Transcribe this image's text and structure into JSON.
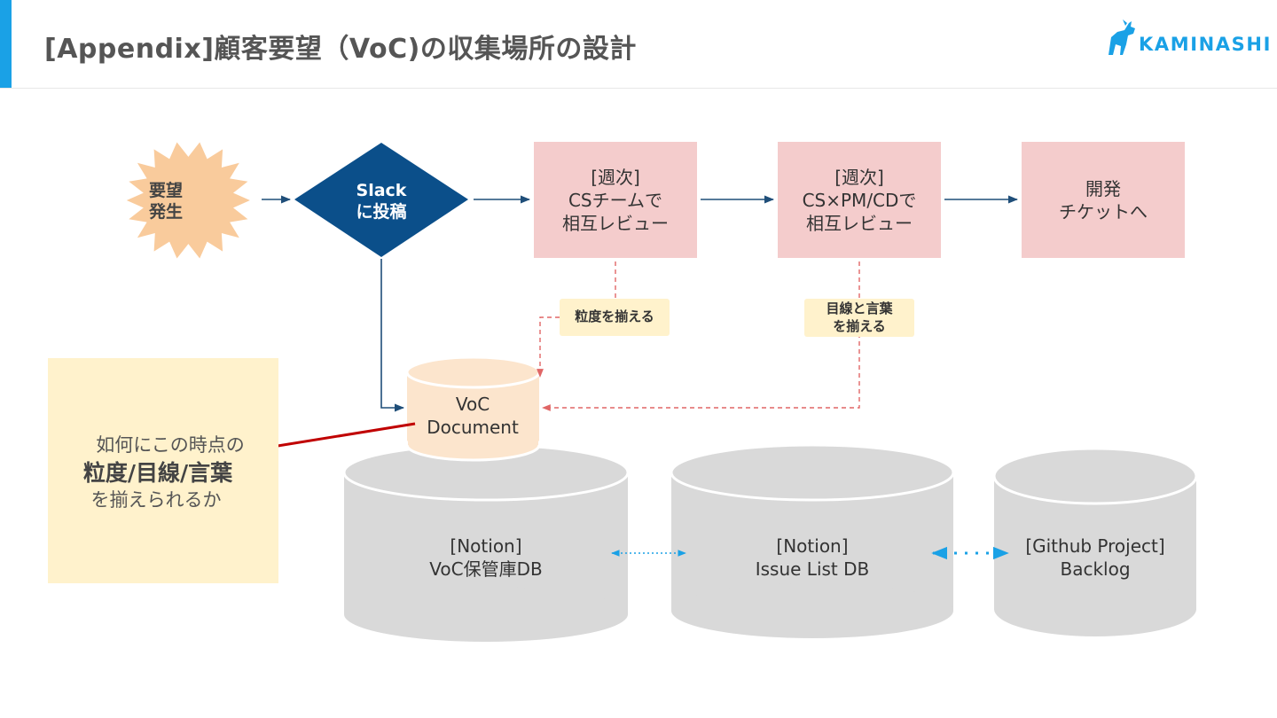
{
  "header": {
    "title": "[Appendix]顧客要望（VoC)の収集場所の設計",
    "logo_text": "KAMINASHI",
    "accent_color": "#1aa1e6"
  },
  "flow": {
    "burst": "要望\n発生",
    "diamond": "Slack\nに投稿",
    "step1": "[週次]\nCSチームで\n相互レビュー",
    "step2": "[週次]\nCS×PM/CDで\n相互レビュー",
    "step3": "開発\nチケットへ"
  },
  "notes": {
    "granularity": "粒度を揃える",
    "perspective": "目線と言葉\nを揃える"
  },
  "voc_document": "VoC\nDocument",
  "databases": [
    {
      "label": "[Notion]\nVoC保管庫DB"
    },
    {
      "label": "[Notion]\nIssue List DB"
    },
    {
      "label": "[Github Project]\nBacklog"
    }
  ],
  "callout": {
    "line1": "如何にこの時点の",
    "line2": "粒度/目線/言葉",
    "line3": "を揃えられるか"
  },
  "colors": {
    "burst": "#f9cb9c",
    "diamond": "#0b4f8a",
    "step_box": "#f4cccc",
    "note": "#fff2cc",
    "database": "#d9d9d9",
    "voc_cylinder": "#fce5cd",
    "flow_arrow": "#1f4e79",
    "dashed_arrow": "#e06666",
    "sync_arrow": "#1aa1e6",
    "callout_line": "#c00000"
  }
}
